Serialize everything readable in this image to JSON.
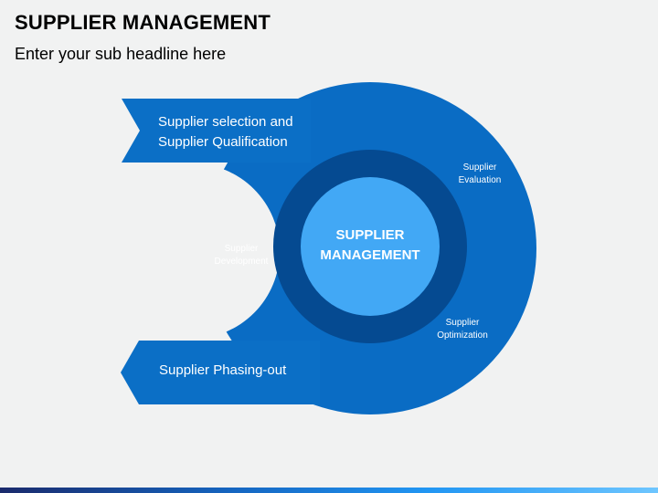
{
  "page": {
    "title": "SUPPLIER MANAGEMENT",
    "subtitle": "Enter your sub headline here"
  },
  "diagram": {
    "center_label_line1": "SUPPLIER",
    "center_label_line2": "MANAGEMENT",
    "banner_top_line1": "Supplier selection and",
    "banner_top_line2": "Supplier Qualification",
    "banner_bottom": "Supplier  Phasing-out",
    "stage_evaluation_line1": "Supplier",
    "stage_evaluation_line2": "Evaluation",
    "stage_development_line1": "Supplier",
    "stage_development_line2": "Development",
    "stage_optimization_line1": "Supplier",
    "stage_optimization_line2": "Optimization"
  },
  "colors": {
    "outer_blue": "#0a6cc4",
    "ring_dark": "#054a91",
    "inner_light": "#42a8f5",
    "banner_blue": "#0b6fc6",
    "background": "#f1f2f2"
  }
}
